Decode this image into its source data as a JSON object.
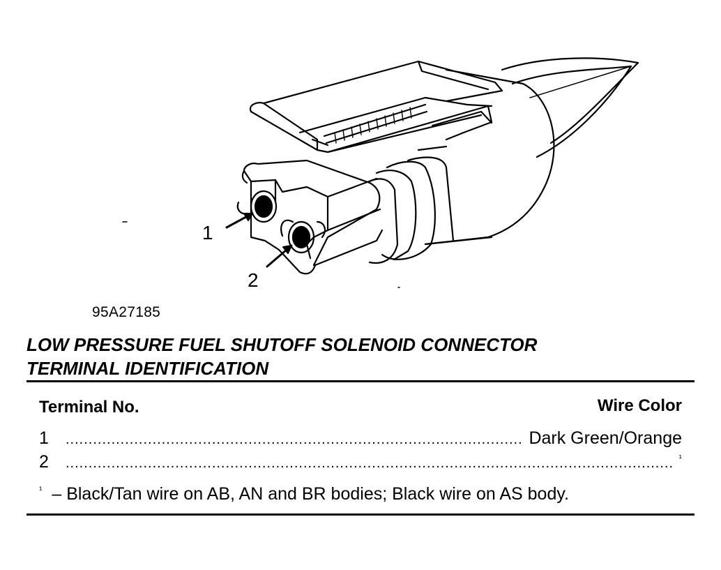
{
  "figure": {
    "callouts": [
      "1",
      "2"
    ],
    "code": "95A27185"
  },
  "title": {
    "line1": "LOW PRESSURE FUEL SHUTOFF SOLENOID CONNECTOR",
    "line2": "TERMINAL IDENTIFICATION"
  },
  "table": {
    "headers": {
      "terminal": "Terminal No.",
      "wire_color": "Wire Color"
    },
    "rows": [
      {
        "terminal": "1",
        "wire_color": "Dark Green/Orange"
      },
      {
        "terminal": "2",
        "wire_color": "¹"
      }
    ],
    "footnote": {
      "mark": "¹",
      "text": "–  Black/Tan wire on AB, AN and BR bodies; Black wire on AS body."
    }
  },
  "leader_dots": "...................................................................................................................................................."
}
